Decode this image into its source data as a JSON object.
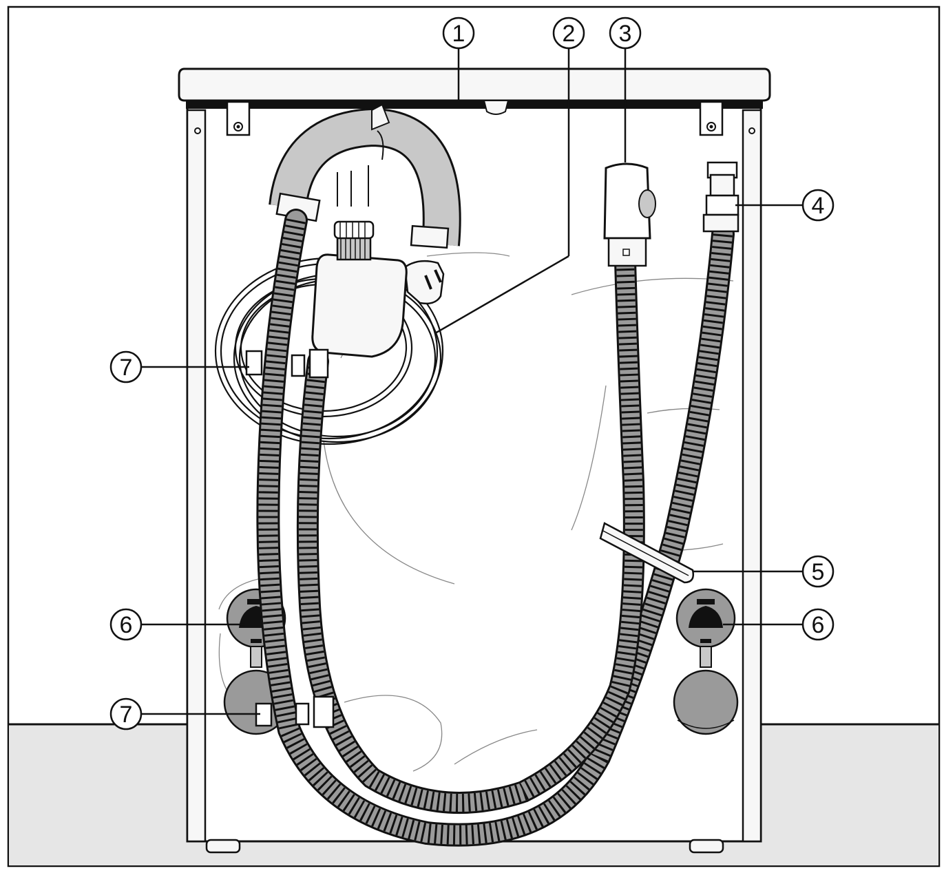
{
  "callouts": [
    {
      "id": "c1",
      "label": "1"
    },
    {
      "id": "c2",
      "label": "2"
    },
    {
      "id": "c3",
      "label": "3"
    },
    {
      "id": "c4",
      "label": "4"
    },
    {
      "id": "c5",
      "label": "5"
    },
    {
      "id": "c6a",
      "label": "6"
    },
    {
      "id": "c6b",
      "label": "6"
    },
    {
      "id": "c7a",
      "label": "7"
    },
    {
      "id": "c7b",
      "label": "7"
    }
  ],
  "colors": {
    "line": "#111111",
    "floor": "#e6e6e6",
    "fill_light": "#f7f7f7",
    "fill_gray": "#9a9a9a",
    "fill_mid": "#c8c8c8"
  }
}
